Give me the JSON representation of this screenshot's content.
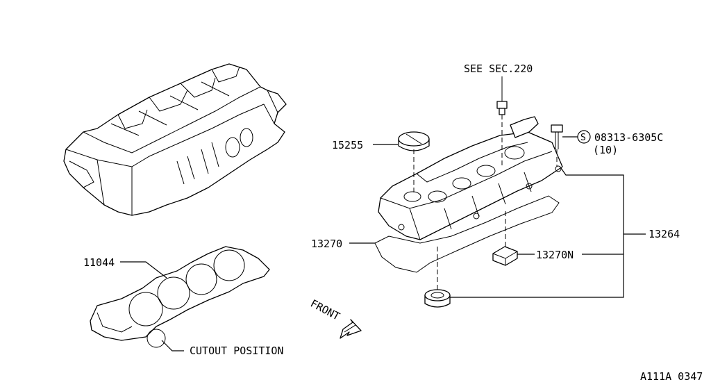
{
  "labels": {
    "see_sec": "SEE SEC.220",
    "part_15255": "15255",
    "part_08313": "08313-6305C",
    "qty_10": "(10)",
    "bolt_symbol": "S",
    "part_13264": "13264",
    "part_13270": "13270",
    "part_13270n": "13270N",
    "part_11044": "11044",
    "cutout": "CUTOUT POSITION",
    "front": "FRONT",
    "figure_code": "A111A 0347"
  }
}
